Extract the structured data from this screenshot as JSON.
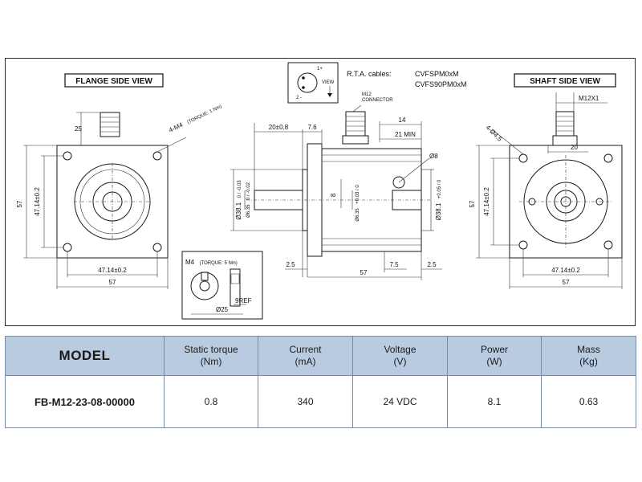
{
  "drawing": {
    "flange_view": {
      "title": "FLANGE SIDE VIEW",
      "dims": {
        "connector_height": "25",
        "hole_note_main": "4-M4",
        "hole_note_torque": "(TORQUE: 1 Nm)",
        "height": "57",
        "bolt_pitch_v": "47.14±0.2",
        "bolt_pitch_h": "47.14±0.2",
        "width": "57"
      }
    },
    "side_view": {
      "dims": {
        "shaft_length": "20±0.8",
        "flange_thk": "7.6",
        "overall_length": "57",
        "connector_offset": "14",
        "min_clearance": "21 MIN",
        "pilot_dia": "Ø38.1",
        "pilot_tol": "0 / -0.03",
        "shaft_dia": "Ø6.35",
        "shaft_tol": "0 / -0.02",
        "bore_dia": "Ø6.35",
        "bore_tol": "+0.03 / 0",
        "rear_pilot_dia": "Ø38.1",
        "rear_pilot_tol": "+0.05 / 0",
        "key_width": "8",
        "hole_dia": "Ø8",
        "left_step": "2.5",
        "rear_step": "7.5",
        "right_step": "2.5",
        "connector_label": "M12",
        "connector_label2": "CONNECTOR"
      }
    },
    "detail": {
      "thread": "M4",
      "torque": "(TORQUE: 5 Nm)",
      "ref": "9REF",
      "dia": "Ø25"
    },
    "connector_inset": {
      "pin1": "1+",
      "pin2": "2 -",
      "view": "VIEW",
      "cables_label": "R.T.A. cables:",
      "cable1": "CVFSPM0xM",
      "cable2": "CVFS90PM0xM"
    },
    "shaft_view": {
      "title": "SHAFT SIDE VIEW",
      "dims": {
        "thread": "M12X1",
        "hole_note": "4-Ø4.5",
        "connector_offset": "20",
        "height": "57",
        "bolt_pitch_v": "47.14±0.2",
        "bolt_pitch_h": "47.14±0.2",
        "width": "57"
      }
    }
  },
  "table": {
    "headers": {
      "model": "MODEL",
      "torque": [
        "Static torque",
        "(Nm)"
      ],
      "current": [
        "Current",
        "(mA)"
      ],
      "voltage": [
        "Voltage",
        "(V)"
      ],
      "power": [
        "Power",
        "(W)"
      ],
      "mass": [
        "Mass",
        "(Kg)"
      ]
    },
    "row": {
      "model": "FB-M12-23-08-00000",
      "torque": "0.8",
      "current": "340",
      "voltage": "24 VDC",
      "power": "8.1",
      "mass": "0.63"
    },
    "colors": {
      "header_bg": "#b9cbe0",
      "border": "#7a8aa0"
    }
  }
}
